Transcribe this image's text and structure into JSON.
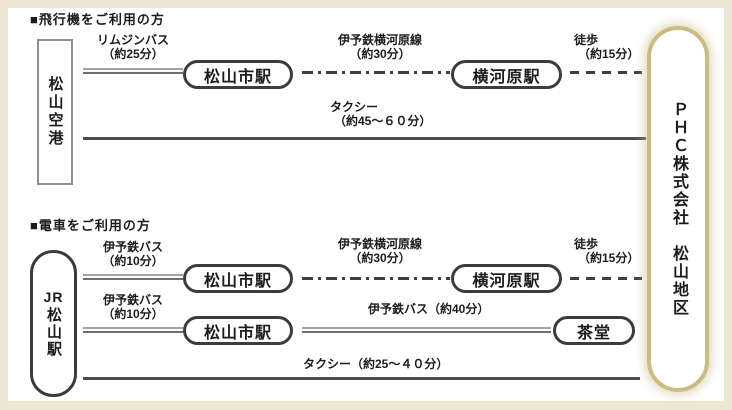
{
  "air": {
    "heading": "■飛行機をご利用の方",
    "origin": "松山空港",
    "limousine_bus_l1": "リムジンバス",
    "limousine_bus_l2": "（約25分）",
    "station_matsuyamashi": "松山市駅",
    "rail_l1": "伊予鉄横河原線",
    "rail_l2": "（約30分）",
    "station_yokogawara": "横河原駅",
    "walk_l1": "徒歩",
    "walk_l2": "（約15分）",
    "taxi_l1": "タクシー",
    "taxi_l2": "（約45～６０分）"
  },
  "train": {
    "heading": "■電車をご利用の方",
    "origin_prefix": "JR",
    "origin_name": "松山駅",
    "bus1_l1": "伊予鉄バス",
    "bus1_l2": "（約10分）",
    "station_matsuyamashi_1": "松山市駅",
    "rail_l1": "伊予鉄横河原線",
    "rail_l2": "（約30分）",
    "station_yokogawara": "横河原駅",
    "walk_l1": "徒歩",
    "walk_l2": "（約15分）",
    "bus2_l1": "伊予鉄バス",
    "bus2_l2": "（約10分）",
    "station_matsuyamashi_2": "松山市駅",
    "bus40": "伊予鉄バス（約40分）",
    "station_chado": "茶堂",
    "taxi": "タクシー（約25～４０分）"
  },
  "destination": {
    "name": "ＰＨＣ株式会社　松山地区"
  },
  "colors": {
    "frame": "#ece6d3",
    "line": "#4d4d4d",
    "oval_border": "#3c3c3c",
    "origin_rect_border": "#8f8f8f",
    "destination_border": "#cbbc86"
  }
}
